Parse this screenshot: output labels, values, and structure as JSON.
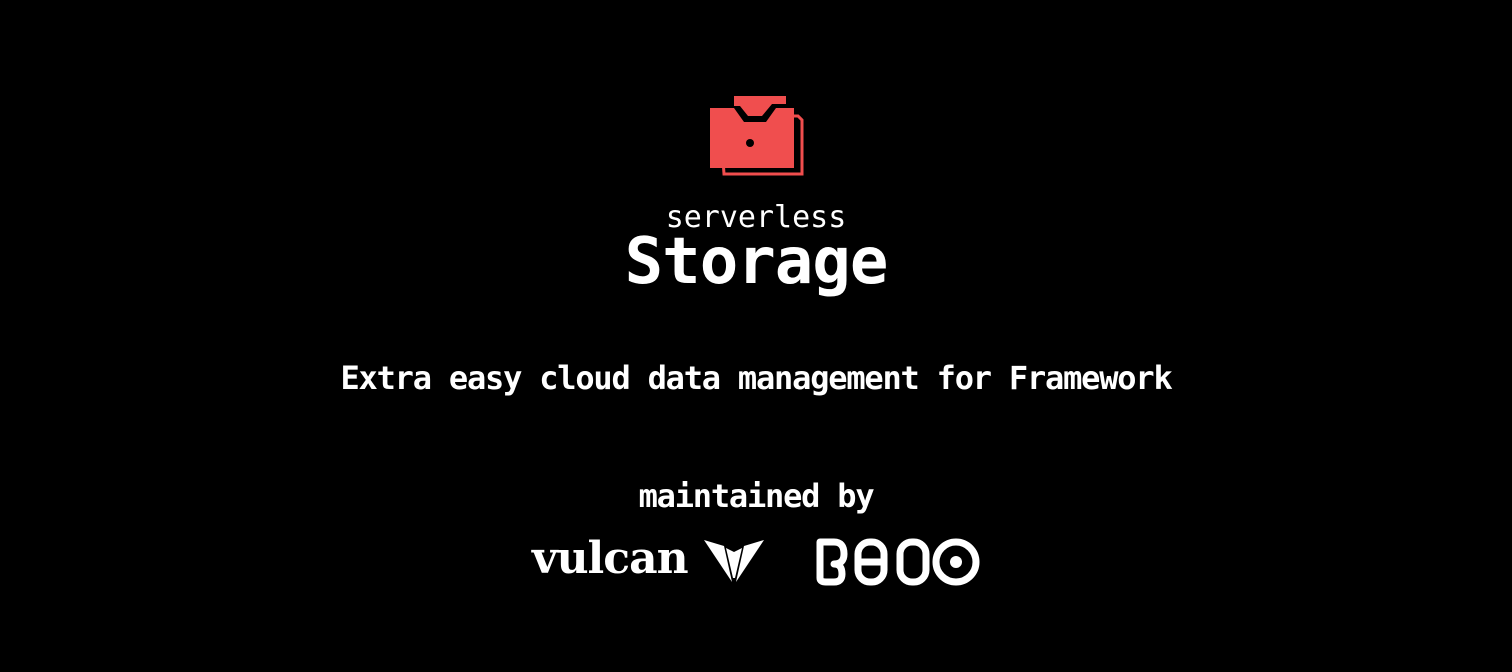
{
  "brand": {
    "logo_icon": "storage-box-icon",
    "accent_color": "#f04e4e",
    "background_color": "#000000",
    "text_color": "#ffffff"
  },
  "title": {
    "prefix": "serverless",
    "main": "Storage"
  },
  "tagline": "Extra easy cloud data management for Framework",
  "maintainers": {
    "label": "maintained by",
    "vulcan": {
      "name": "vulcan",
      "mark_icon": "vulcan-shield-icon"
    },
    "partner": {
      "logo_icon": "partner-wordmark-icon"
    }
  }
}
